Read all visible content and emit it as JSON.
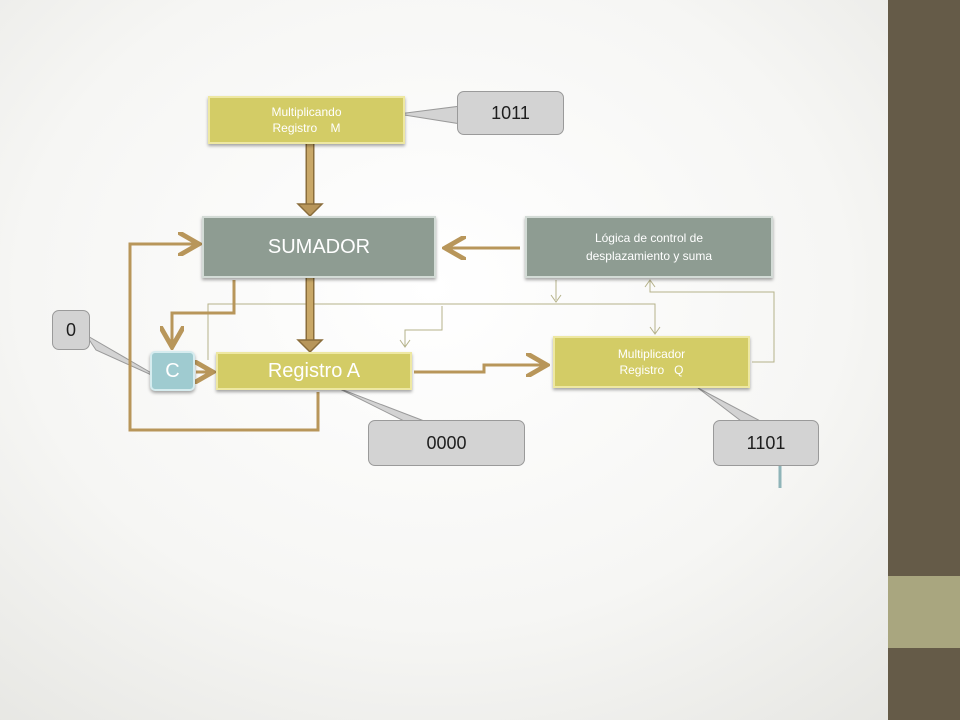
{
  "registro_m": {
    "line1": "Multiplicando",
    "line2": "Registro    M"
  },
  "sumador": {
    "label": "SUMADOR"
  },
  "control": {
    "line1": "Lógica de control de",
    "line2": "desplazamiento y suma"
  },
  "c_reg": {
    "label": "C"
  },
  "registro_a": {
    "label": "Registro  A"
  },
  "registro_q": {
    "line1": "Multiplicador",
    "line2": "Registro   Q"
  },
  "callouts": {
    "m_value": "1011",
    "c_value": "0",
    "a_value": "0000",
    "q_value": "1101"
  },
  "colors": {
    "yellow_box": "#d3cc66",
    "grey_box": "#8e9c92",
    "wire": "#b8965a",
    "callout": "#d3d3d3",
    "sidebar": "#655b48",
    "sidebar_band": "#a9a67f",
    "pointer": "#8fb4b8"
  }
}
